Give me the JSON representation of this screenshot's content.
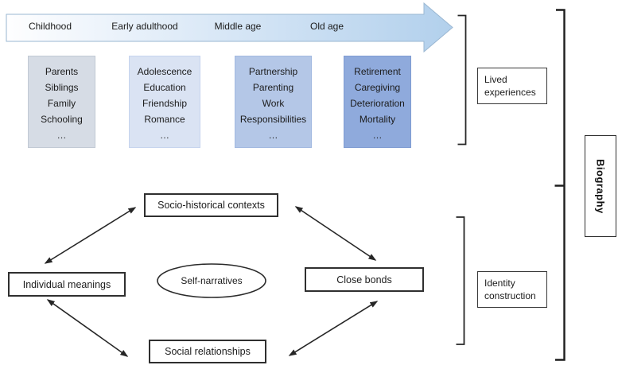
{
  "figure": {
    "background": "#ffffff",
    "line_color": "#262626"
  },
  "timeline": {
    "stages": [
      "Childhood",
      "Early adulthood",
      "Middle age",
      "Old age"
    ],
    "arrow_gradient_start": "#fefeff",
    "arrow_gradient_end": "#b2d0ec",
    "arrow_border": "#9ab7d2"
  },
  "life_stage_boxes": [
    {
      "fill": "#d6dce5",
      "items": [
        "Parents",
        "Siblings",
        "Family",
        "Schooling",
        "…"
      ]
    },
    {
      "fill": "#dae3f3",
      "items": [
        "Adolescence",
        "Education",
        "Friendship",
        "Romance",
        "…"
      ]
    },
    {
      "fill": "#b4c7e7",
      "items": [
        "Partnership",
        "Parenting",
        "Work",
        "Responsibilities",
        "…"
      ]
    },
    {
      "fill": "#8faadc",
      "items": [
        "Retirement",
        "Caregiving",
        "Deterioration",
        "Mortality",
        "…"
      ]
    }
  ],
  "side_labels": {
    "lived_experiences": "Lived experiences",
    "identity_construction": "Identity construction",
    "biography": "Biography"
  },
  "identity_diagram": {
    "top_box": "Socio-historical contexts",
    "left_box": "Individual meanings",
    "center_ellipse": "Self-narratives",
    "right_box": "Close bonds",
    "bottom_box": "Social relationships"
  }
}
